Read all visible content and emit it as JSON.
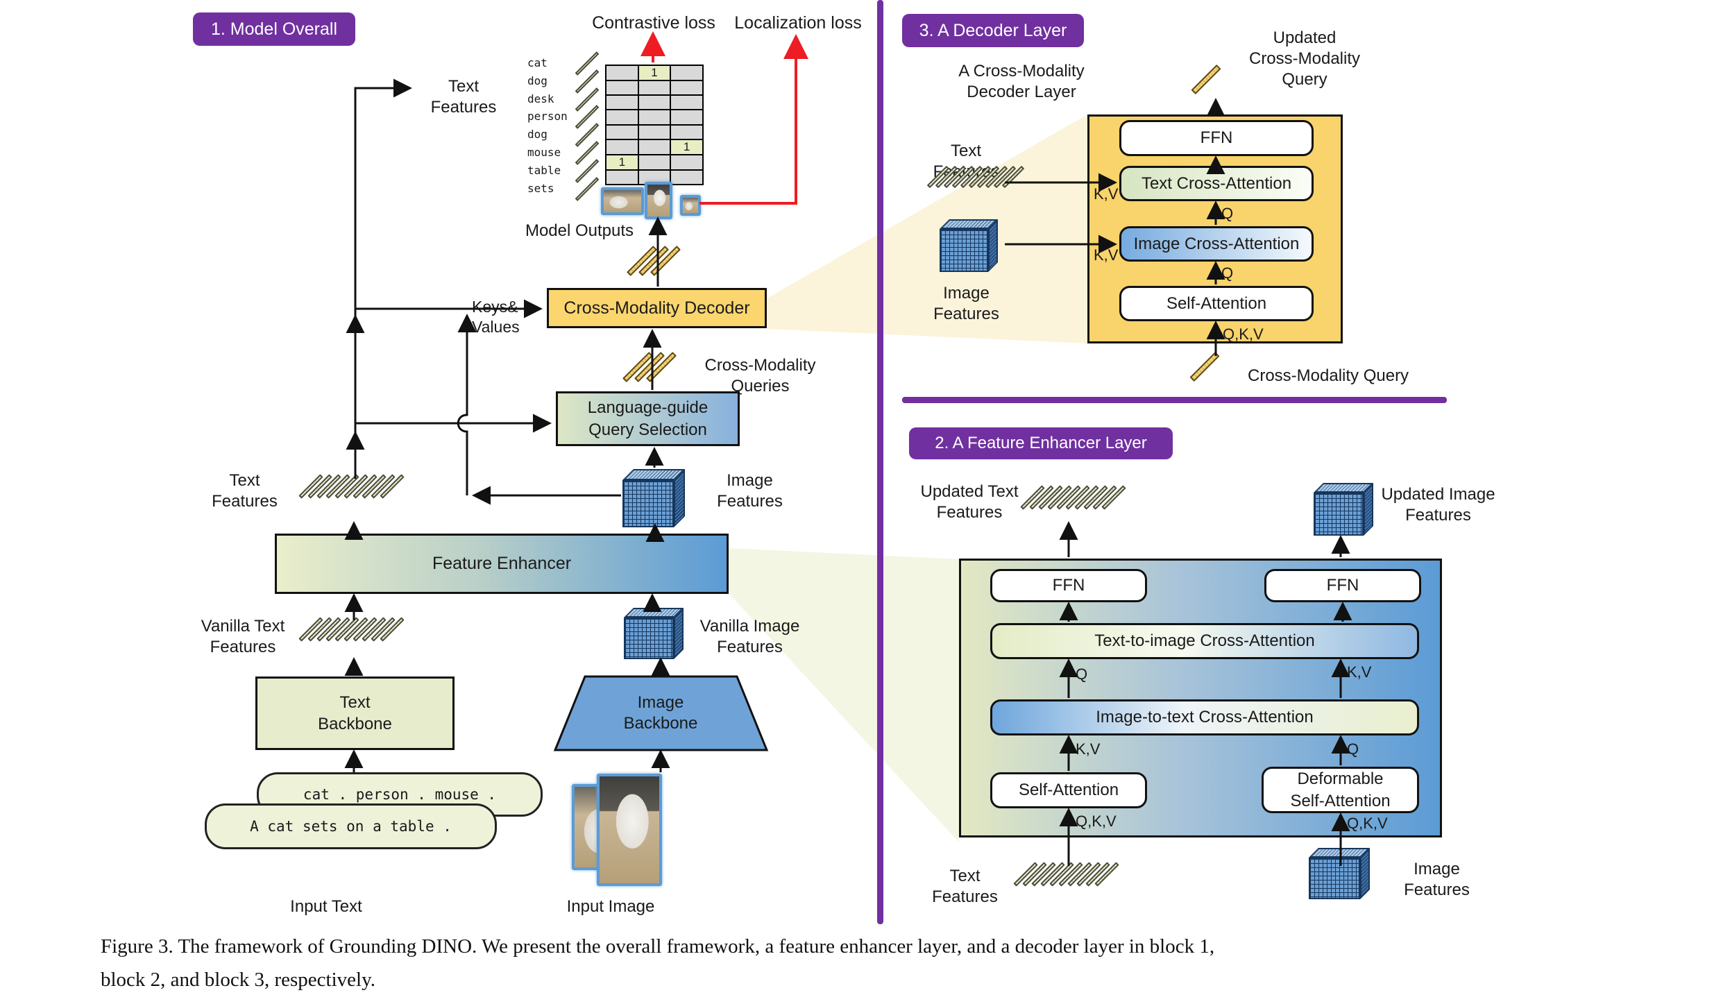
{
  "colors": {
    "purple": "#7030a0",
    "gold_box": "#fbd56e",
    "gold_container": "#f9d36b",
    "red": "#ee1c23",
    "cube_blue": "#6b9fd4"
  },
  "panel1": {
    "badge": "1. Model Overall",
    "contrastive_loss": "Contrastive loss",
    "localization_loss": "Localization loss",
    "words": [
      "cat",
      "dog",
      "desk",
      "person",
      "dog",
      "mouse",
      "table",
      "sets"
    ],
    "matrix": {
      "rows": 8,
      "cols": 3,
      "one_label": "1",
      "ones": [
        [
          0,
          1
        ],
        [
          5,
          2
        ],
        [
          6,
          0
        ]
      ]
    },
    "text_features_top": "Text\nFeatures",
    "model_outputs": "Model Outputs",
    "keys_values": "Keys&\nValues",
    "decoder": "Cross-Modality Decoder",
    "cm_queries": "Cross-Modality\nQueries",
    "lg_selection": "Language-guide\nQuery Selection",
    "image_features": "Image\nFeatures",
    "text_features": "Text\nFeatures",
    "feature_enhancer": "Feature Enhancer",
    "vanilla_text": "Vanilla Text\nFeatures",
    "vanilla_image": "Vanilla Image\nFeatures",
    "text_backbone": "Text\nBackbone",
    "image_backbone": "Image\nBackbone",
    "bubble1": "cat . person . mouse .",
    "bubble2": "A cat sets on a table .",
    "input_text": "Input Text",
    "input_image": "Input Image",
    "rod_counts": {
      "feature_row": 10,
      "gold_row": 3,
      "single": 1
    }
  },
  "panel3": {
    "badge": "3. A Decoder Layer",
    "subtitle": "A Cross-Modality\nDecoder Layer",
    "updated_query": "Updated\nCross-Modality\nQuery",
    "text_features": "Text Features",
    "image_features": "Image Features",
    "ffn": "FFN",
    "text_ca": "Text Cross-Attention",
    "image_ca": "Image Cross-Attention",
    "self_att": "Self-Attention",
    "kv": "K,V",
    "q": "Q",
    "qkv": "Q,K,V",
    "cm_query": "Cross-Modality Query"
  },
  "panel2": {
    "badge": "2. A Feature Enhancer Layer",
    "updated_text": "Updated Text\nFeatures",
    "updated_image": "Updated Image\nFeatures",
    "ffn": "FFN",
    "t2i": "Text-to-image Cross-Attention",
    "i2t": "Image-to-text Cross-Attention",
    "self_att": "Self-Attention",
    "deform_att": "Deformable\nSelf-Attention",
    "q": "Q",
    "kv": "K,V",
    "qkv": "Q,K,V",
    "text_features": "Text\nFeatures",
    "image_features": "Image\nFeatures"
  },
  "caption": {
    "line1": "Figure 3. The framework of Grounding DINO. We present the overall framework, a feature enhancer layer, and a decoder layer in block 1,",
    "line2": "block 2, and block 3, respectively."
  }
}
